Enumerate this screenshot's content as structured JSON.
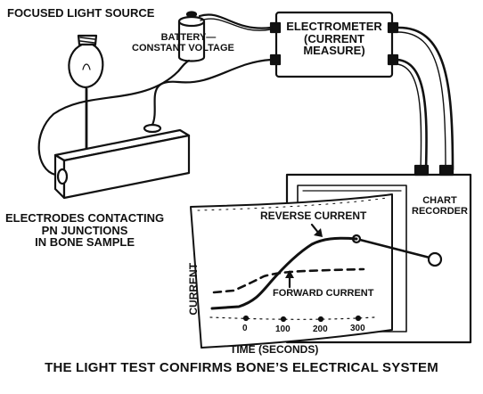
{
  "labels": {
    "light_source": "FOCUSED LIGHT SOURCE",
    "battery_line1": "BATTERY—",
    "battery_line2": "CONSTANT VOLTAGE",
    "electrometer_line1": "ELECTROMETER",
    "electrometer_line2": "(CURRENT",
    "electrometer_line3": "MEASURE)",
    "electrodes_line1": "ELECTRODES CONTACTING",
    "electrodes_line2": "PN JUNCTIONS",
    "electrodes_line3": "IN BONE SAMPLE",
    "chart_recorder_line1": "CHART",
    "chart_recorder_line2": "RECORDER"
  },
  "chart_data": {
    "type": "line",
    "title": "",
    "xlabel": "TIME (SECONDS)",
    "ylabel": "CURRENT",
    "x_ticks": [
      "0",
      "100",
      "200",
      "300"
    ],
    "series": [
      {
        "name": "REVERSE CURRENT",
        "style": "solid"
      },
      {
        "name": "FORWARD CURRENT",
        "style": "dashed"
      }
    ]
  },
  "caption": "THE LIGHT TEST CONFIRMS BONE’S ELECTRICAL SYSTEM",
  "colors": {
    "ink": "#111111",
    "paper": "#ffffff"
  }
}
